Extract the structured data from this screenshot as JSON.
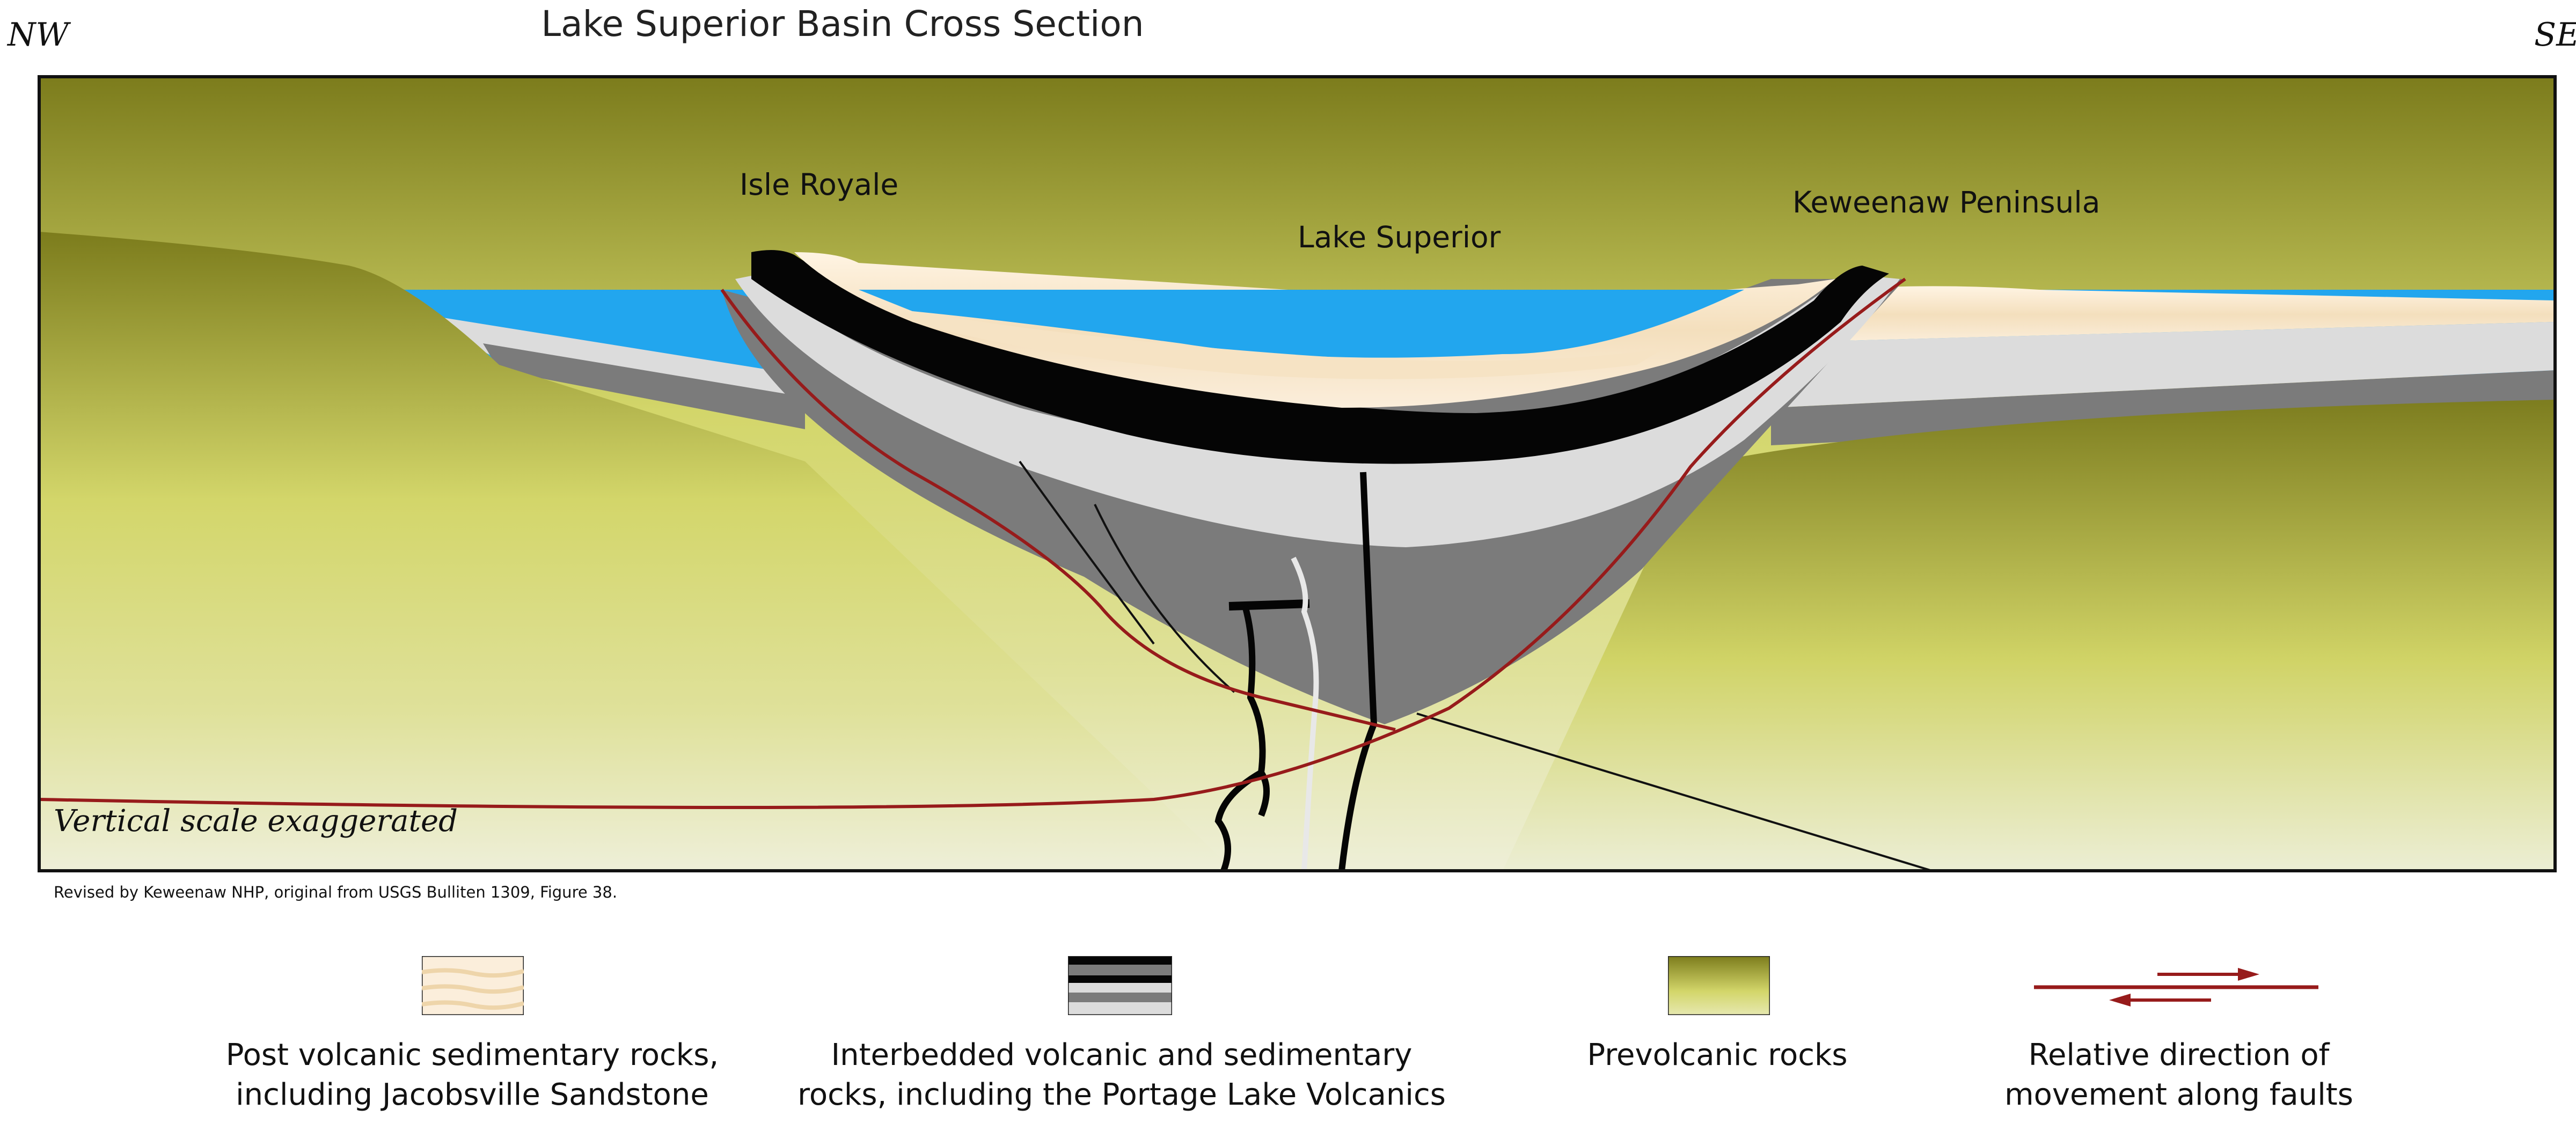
{
  "title": "Lake Superior Basin Cross Section",
  "directions": {
    "left": "NW",
    "right": "SE"
  },
  "places": {
    "isle_royale": "Isle Royale",
    "lake_superior": "Lake Superior",
    "keweenaw": "Keweenaw Peninsula"
  },
  "scale_note": "Vertical scale exaggerated",
  "credit": "Revised by Keweenaw NHP, original from USGS Bulliten 1309, Figure 38.",
  "legend": [
    {
      "label_line1": "Post volcanic sedimentary rocks,",
      "label_line2": "including Jacobsville Sandstone",
      "swatch": "sandstone"
    },
    {
      "label_line1": "Interbedded volcanic and sedimentary",
      "label_line2": "rocks, including the Portage Lake Volcanics",
      "swatch": "volcanic"
    },
    {
      "label_line1": "Prevolcanic rocks",
      "label_line2": "",
      "swatch": "prevolcanic"
    },
    {
      "label_line1": "Relative direction of",
      "label_line2": "movement along faults",
      "swatch": "fault-arrows"
    }
  ],
  "colors": {
    "water": "#22a6ee",
    "sandstone": "#f6e3c4",
    "volcanic_light": "#dcdcdc",
    "volcanic_dark": "#7b7b7b",
    "lava_black": "#050505",
    "prevolcanic_top": "#7f7f1e",
    "prevolcanic_mid": "#d3d66a",
    "prevolcanic_bottom": "#eeefd8",
    "fault": "#971b1b"
  }
}
